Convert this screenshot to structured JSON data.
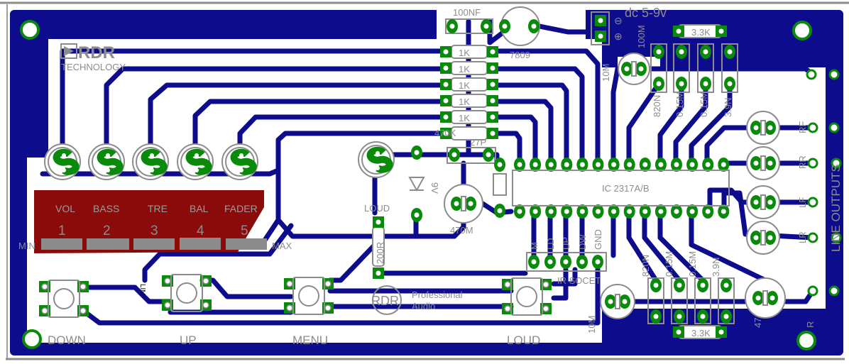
{
  "colors": {
    "copper": "#0c0c8c",
    "pad": "#0a8a0a",
    "silk": "#8c8c8c",
    "slider_panel": "#8b0a0a",
    "board_bg": "#ffffff"
  },
  "logo": {
    "brand": "RDR",
    "subtitle": "TECHNOLOGY"
  },
  "sliders": {
    "labels": [
      "VOL",
      "BASS",
      "TRE",
      "BAL",
      "FADER"
    ],
    "numbers": [
      "1",
      "2",
      "3",
      "4",
      "5"
    ],
    "min_label": "MIN",
    "max_label": "MAX"
  },
  "buttons": {
    "down": "DOWN",
    "up": "UP",
    "menu": "MENU",
    "loud": "LOUD"
  },
  "components": {
    "cap_100nf": "100NF",
    "regulator": "7809",
    "dc_input": "dc 5-9v",
    "cap_100m": "100M",
    "cap_10m_top": "10M",
    "res_3k3_top": "3.3K",
    "res_3k3_bottom": "3.3K",
    "res_1k": [
      "1K",
      "1K",
      "1K",
      "1K",
      "1K"
    ],
    "res_470k": "470K",
    "cap_27p": "27P",
    "zener": "9V",
    "loud_pot": "LOUD",
    "cap_470m": "470M",
    "res_200r": "200R",
    "ic": "IC 2317A/B",
    "top_caps": [
      "820N",
      "0.15M",
      "0.15M",
      "3.9N"
    ],
    "bottom_caps": [
      "820N",
      "0.15M",
      "0.15M",
      "3.9N"
    ],
    "cap_10m_bottom": "10M",
    "cap_47": "47",
    "r_label": "R",
    "lim_label": "LIM"
  },
  "outputs": {
    "title": "LINE OUTPUTS",
    "channels": [
      "RF",
      "RR",
      "LF",
      "LR"
    ]
  },
  "ir_socket": {
    "title": "IR SOCET",
    "pins": [
      "M",
      "LD",
      "UP",
      "DW",
      "GND"
    ]
  },
  "pro_logo": {
    "brand": "RDR",
    "line1": "Professional",
    "line2": "Audio"
  }
}
